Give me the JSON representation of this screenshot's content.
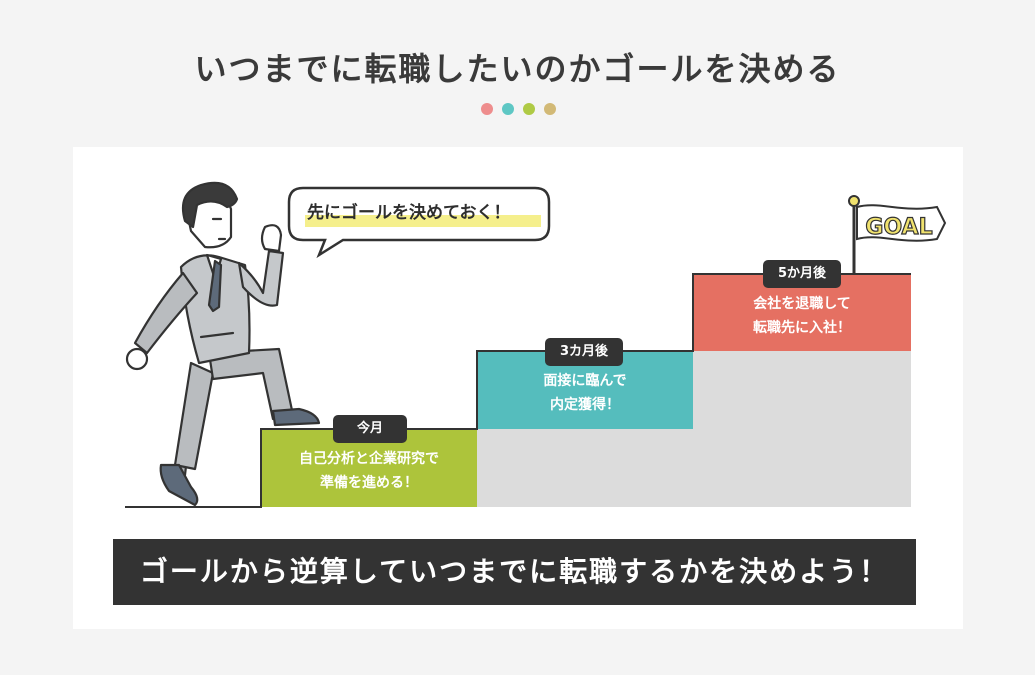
{
  "title": "いつまでに転職したいのかゴールを決める",
  "dots": [
    "#ee8d8d",
    "#5ec7c4",
    "#afca45",
    "#d2b976"
  ],
  "speech": "先にゴールを決めておく！",
  "flag": "GOAL",
  "steps": [
    {
      "badge": "今月",
      "text": "自己分析と企業研究で\n準備を進める！",
      "color": "#adc43b"
    },
    {
      "badge": "3カ月後",
      "text": "面接に臨んで\n内定獲得！",
      "color": "#55bdbd"
    },
    {
      "badge": "5か月後",
      "text": "会社を退職して\n転職先に入社！",
      "color": "#e57062"
    }
  ],
  "banner": "ゴールから逆算していつまでに転職するかを決めよう！"
}
